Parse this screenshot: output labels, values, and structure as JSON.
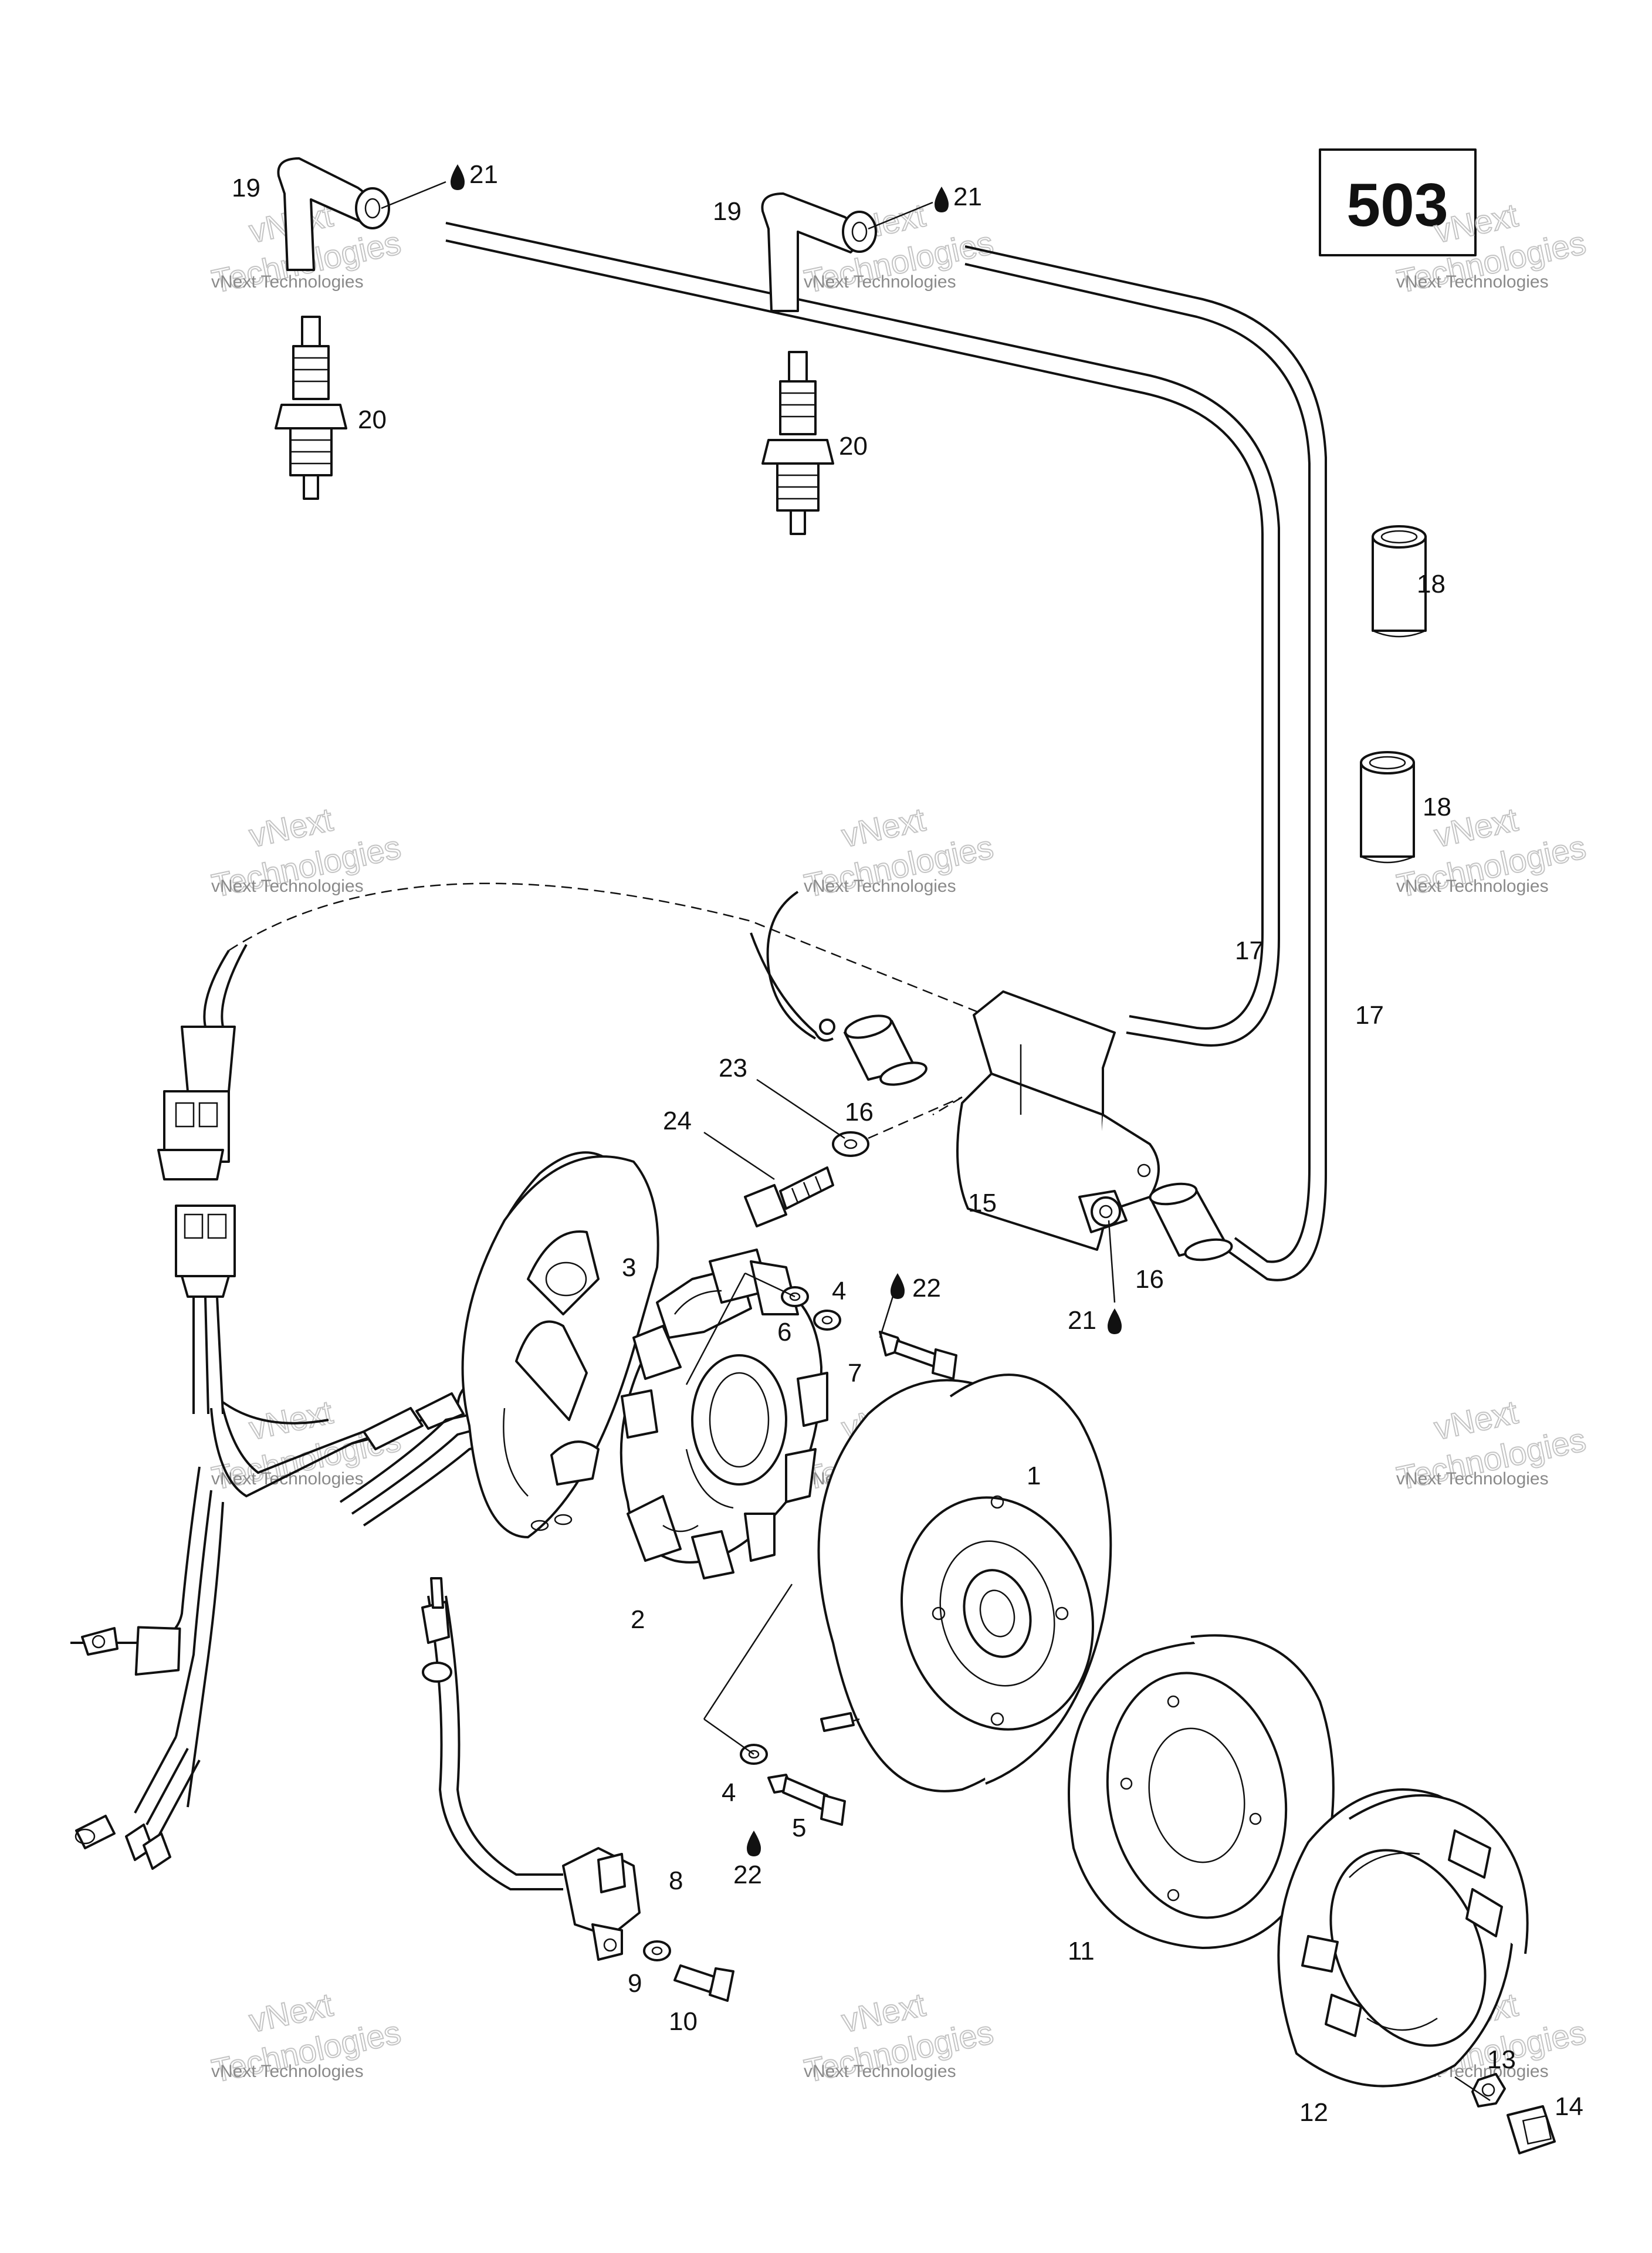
{
  "plate": {
    "number": "503"
  },
  "watermark": {
    "small": "vNext Technologies",
    "top": "vNext",
    "big": "Technologies"
  },
  "callouts": [
    {
      "id": "c19a",
      "label": "19"
    },
    {
      "id": "c21a",
      "label": "21"
    },
    {
      "id": "c19b",
      "label": "19"
    },
    {
      "id": "c21b",
      "label": "21"
    },
    {
      "id": "c20a",
      "label": "20"
    },
    {
      "id": "c20b",
      "label": "20"
    },
    {
      "id": "c18a",
      "label": "18"
    },
    {
      "id": "c18b",
      "label": "18"
    },
    {
      "id": "c17a",
      "label": "17"
    },
    {
      "id": "c17b",
      "label": "17"
    },
    {
      "id": "c23",
      "label": "23"
    },
    {
      "id": "c16a",
      "label": "16"
    },
    {
      "id": "c24",
      "label": "24"
    },
    {
      "id": "c15",
      "label": "15"
    },
    {
      "id": "c16b",
      "label": "16"
    },
    {
      "id": "c21c",
      "label": "21"
    },
    {
      "id": "c3",
      "label": "3"
    },
    {
      "id": "c4a",
      "label": "4"
    },
    {
      "id": "c22a",
      "label": "22"
    },
    {
      "id": "c6",
      "label": "6"
    },
    {
      "id": "c7",
      "label": "7"
    },
    {
      "id": "c1",
      "label": "1"
    },
    {
      "id": "c2",
      "label": "2"
    },
    {
      "id": "c4b",
      "label": "4"
    },
    {
      "id": "c5",
      "label": "5"
    },
    {
      "id": "c22b",
      "label": "22"
    },
    {
      "id": "c8",
      "label": "8"
    },
    {
      "id": "c9",
      "label": "9"
    },
    {
      "id": "c10",
      "label": "10"
    },
    {
      "id": "c11",
      "label": "11"
    },
    {
      "id": "c12",
      "label": "12"
    },
    {
      "id": "c13",
      "label": "13"
    },
    {
      "id": "c14",
      "label": "14"
    }
  ]
}
